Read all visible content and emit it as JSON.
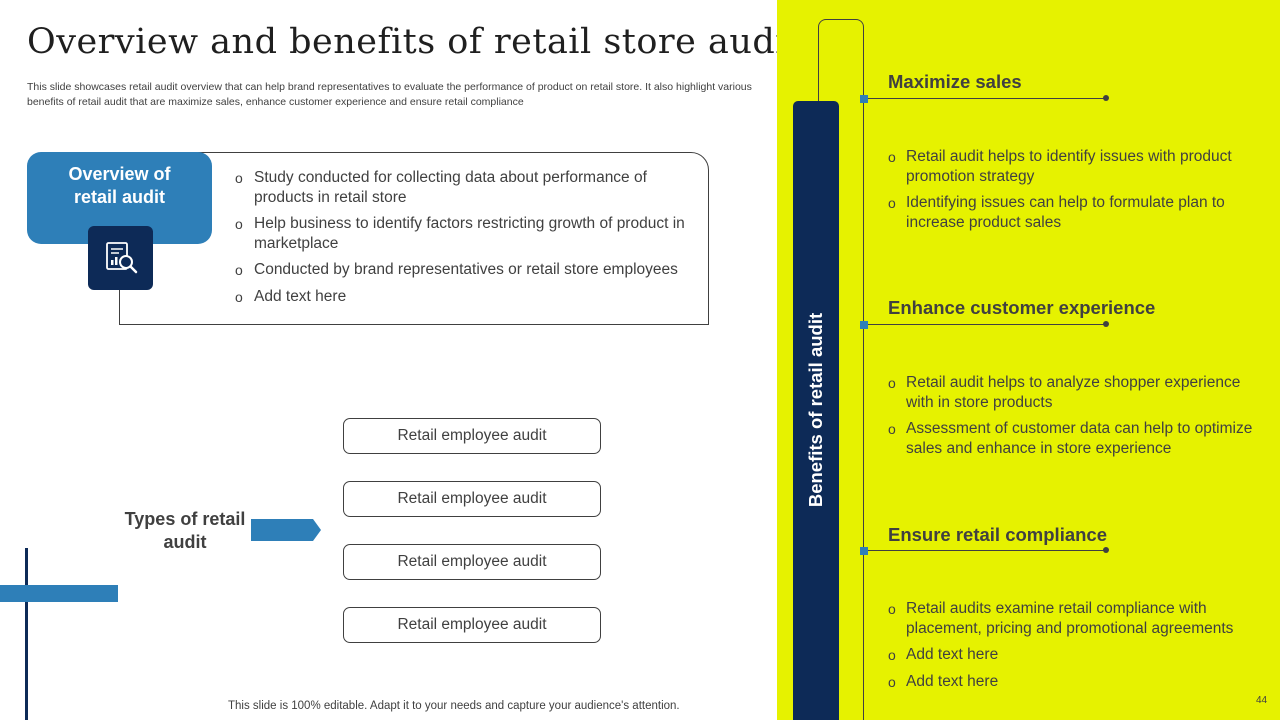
{
  "title": "Overview and benefits of retail store audit",
  "subtitle": "This slide showcases retail audit overview that can help brand representatives to evaluate the performance of product on retail store. It also highlight various benefits of retail audit that are maximize sales, enhance customer experience and ensure retail compliance",
  "overview": {
    "tab_label": "Overview of retail audit",
    "icon": "report-magnifier-icon",
    "items": [
      "Study conducted for collecting data about performance of products in retail store",
      "Help business to identify factors restricting growth of product in marketplace",
      "Conducted by brand representatives or retail store employees",
      "Add text here"
    ]
  },
  "types": {
    "label": "Types of retail audit",
    "boxes": [
      "Retail employee audit",
      "Retail employee audit",
      "Retail employee audit",
      "Retail employee audit"
    ]
  },
  "benefits": {
    "column_label": "Benefits of retail audit",
    "sections": [
      {
        "heading": "Maximize sales",
        "items": [
          "Retail audit helps to identify issues with product promotion strategy",
          "Identifying  issues can help to formulate plan to increase product sales"
        ]
      },
      {
        "heading": "Enhance customer experience",
        "items": [
          "Retail audit helps to analyze  shopper experience with in store products",
          "Assessment of customer data can help to optimize sales and enhance  in store experience"
        ]
      },
      {
        "heading": "Ensure retail compliance",
        "items": [
          "Retail audits examine retail compliance with placement, pricing and promotional agreements",
          "Add text here",
          "Add text here"
        ]
      }
    ]
  },
  "footer": "This slide is 100% editable. Adapt it to your needs and capture your audience's attention.",
  "page_number": "44",
  "colors": {
    "accent_blue": "#2e7fb8",
    "navy": "#0d2a57",
    "lime": "#e6f200",
    "text": "#404040"
  }
}
